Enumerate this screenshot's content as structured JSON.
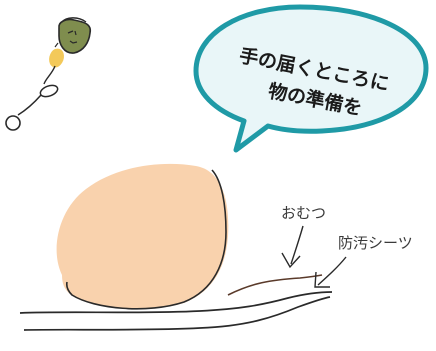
{
  "speech_bubble": {
    "line1": "手の届くところに",
    "line2": "物の準備を"
  },
  "labels": {
    "diaper": "おむつ",
    "sheet": "防汚シーツ"
  },
  "icons": {
    "keychain": "keychain-icon",
    "arrow": "arrow-icon"
  },
  "colors": {
    "bubble_fill": "#e9f6f8",
    "bubble_stroke": "#1f9aa6",
    "body_fill": "#f9d2ad",
    "ink": "#2a2a2a"
  }
}
